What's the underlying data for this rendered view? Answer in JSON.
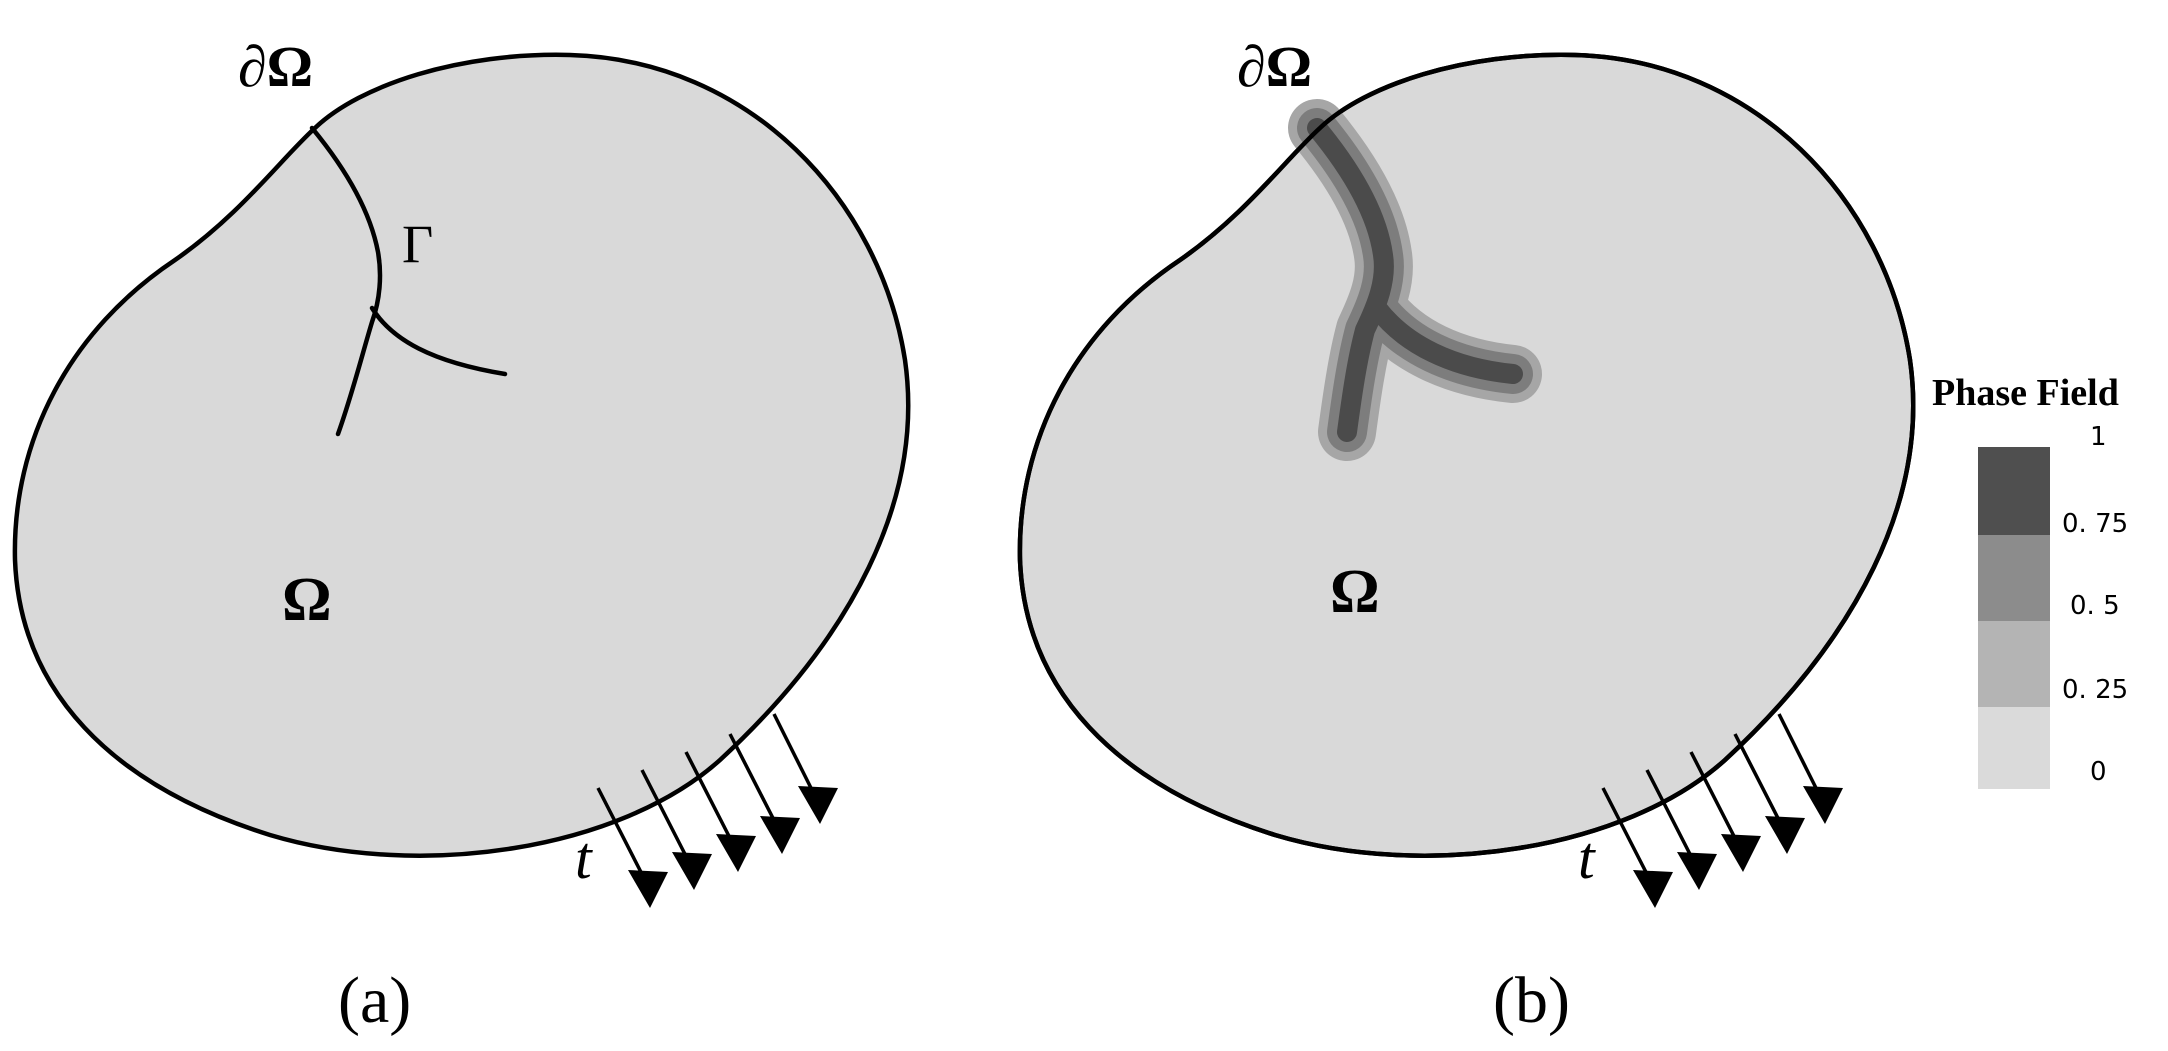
{
  "panel_a": {
    "boundary_label": "∂Ω",
    "crack_label": "Γ",
    "domain_label": "Ω",
    "traction_label": "t",
    "caption": "(a)"
  },
  "panel_b": {
    "boundary_label": "∂Ω",
    "domain_label": "Ω",
    "traction_label": "t",
    "caption": "(b)"
  },
  "legend": {
    "title": "Phase Field",
    "ticks": [
      "1",
      "0. 75",
      "0. 5",
      "0. 25",
      "0"
    ],
    "bands": [
      {
        "range": "0.75–1",
        "color": "#4f4f4f"
      },
      {
        "range": "0.5–0.75",
        "color": "#8c8c8c"
      },
      {
        "range": "0.25–0.5",
        "color": "#b4b4b4"
      },
      {
        "range": "0–0.25",
        "color": "#dadada"
      }
    ]
  },
  "colors": {
    "domain_fill": "#d9d9d9",
    "outline": "#000000",
    "phase_outer": "#a6a6a6",
    "phase_mid": "#7d7d7d",
    "phase_core": "#4b4b4b"
  }
}
